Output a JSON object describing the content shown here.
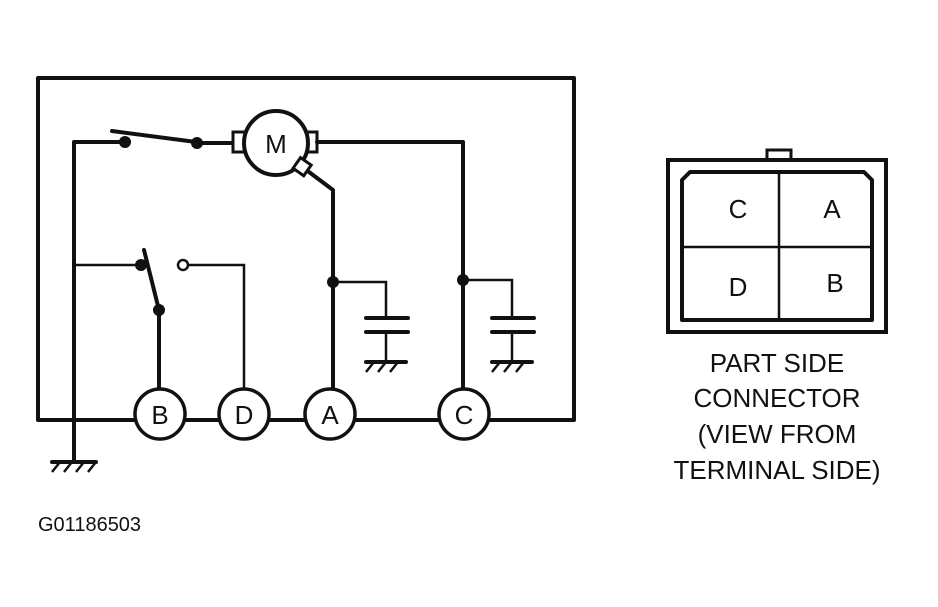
{
  "circuit": {
    "motor_label": "M",
    "terminals": [
      {
        "id": "b",
        "label": "B"
      },
      {
        "id": "d",
        "label": "D"
      },
      {
        "id": "a",
        "label": "A"
      },
      {
        "id": "c",
        "label": "C"
      }
    ]
  },
  "connector": {
    "cells": [
      {
        "id": "top-left",
        "label": "C"
      },
      {
        "id": "top-right",
        "label": "A"
      },
      {
        "id": "bottom-left",
        "label": "D"
      },
      {
        "id": "bottom-right",
        "label": "B"
      }
    ],
    "caption_lines": [
      "PART SIDE",
      "CONNECTOR",
      "(VIEW FROM",
      "TERMINAL SIDE)"
    ]
  },
  "figure_id": "G01186503"
}
